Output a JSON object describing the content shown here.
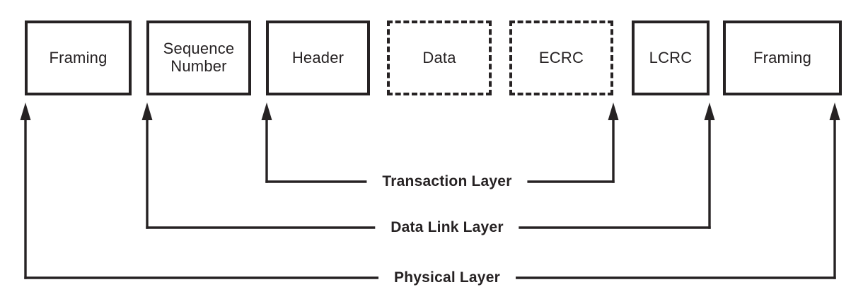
{
  "colors": {
    "ink": "#262223",
    "background": "#ffffff"
  },
  "packet": {
    "boxes": [
      {
        "label": "Framing",
        "style": "solid"
      },
      {
        "label": "Sequence Number",
        "style": "solid"
      },
      {
        "label": "Header",
        "style": "solid"
      },
      {
        "label": "Data",
        "style": "dashed"
      },
      {
        "label": "ECRC",
        "style": "dashed"
      },
      {
        "label": "LCRC",
        "style": "solid"
      },
      {
        "label": "Framing",
        "style": "solid"
      }
    ]
  },
  "layers": [
    {
      "label": "Transaction Layer",
      "from_box": "Header",
      "to_box": "ECRC"
    },
    {
      "label": "Data Link Layer",
      "from_box": "Sequence Number",
      "to_box": "LCRC"
    },
    {
      "label": "Physical Layer",
      "from_box": "Framing",
      "to_box": "Framing"
    }
  ]
}
